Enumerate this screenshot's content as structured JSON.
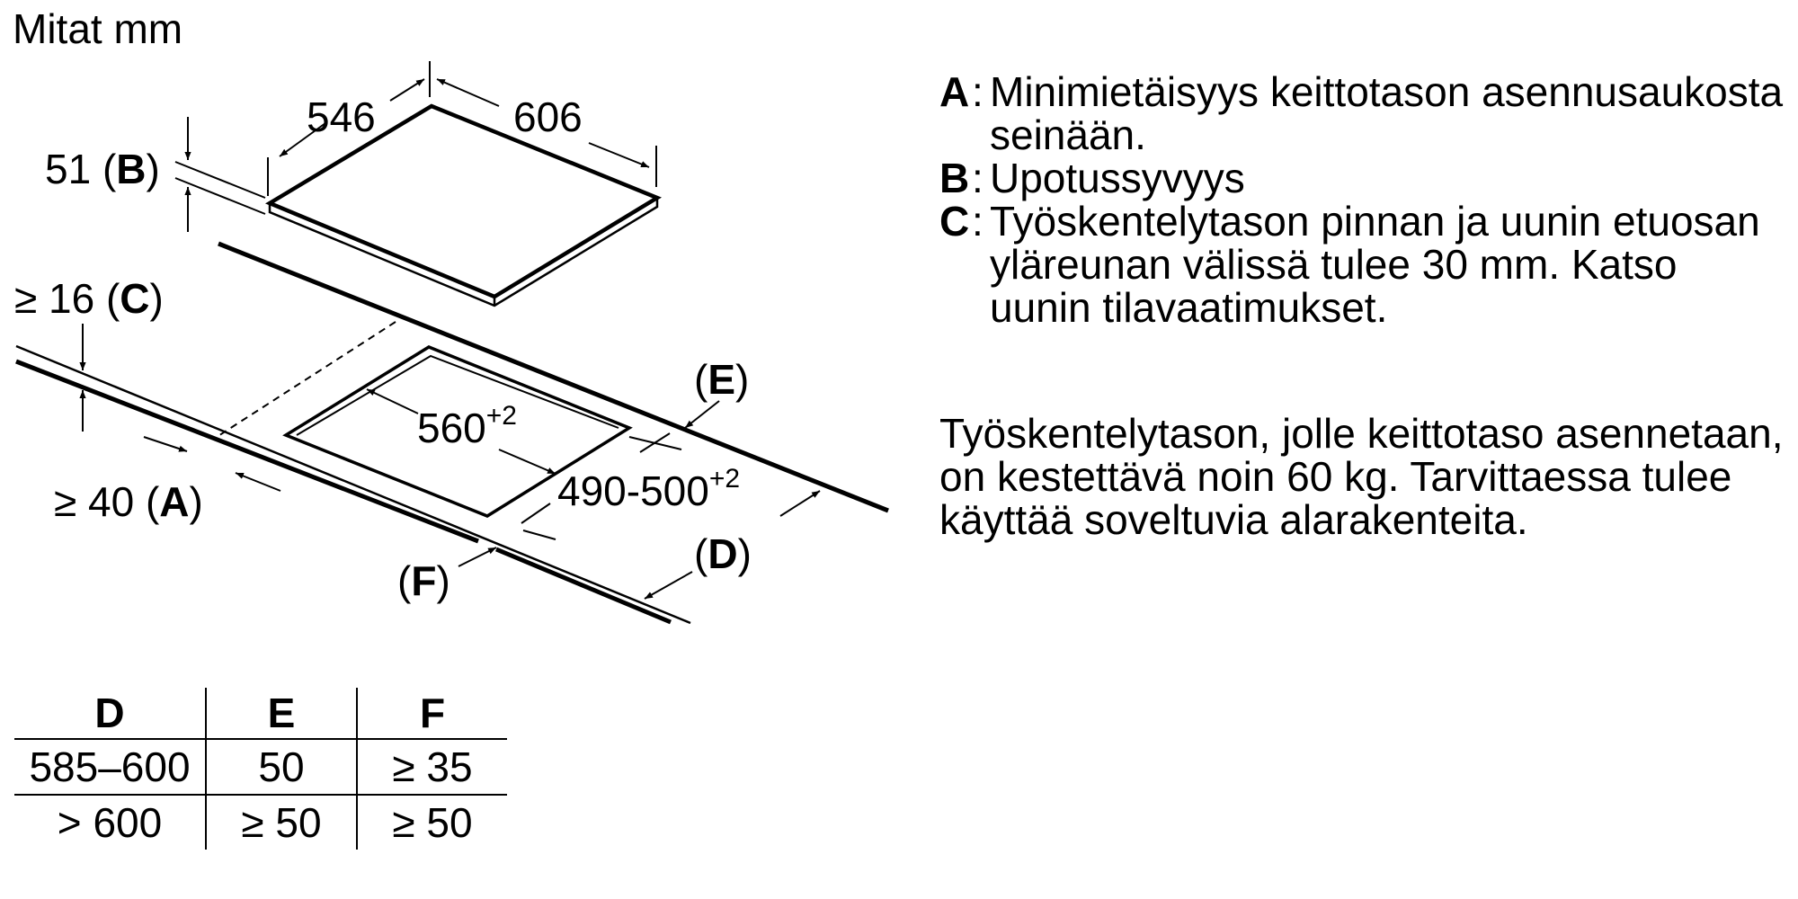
{
  "title": "Mitat mm",
  "diagram_labels": {
    "width_546": "546",
    "width_606": "606",
    "b_value": "51 (",
    "b_key": "B",
    "b_close": ")",
    "c_value": "≥ 16 (",
    "c_key": "C",
    "c_close": ")",
    "a_value": "≥ 40 (",
    "a_key": "A",
    "a_close": ")",
    "cutout_width": "560",
    "cutout_width_sup": "+2",
    "cutout_depth": "490-500",
    "cutout_depth_sup": "+2",
    "e_open": "(",
    "e_key": "E",
    "e_close": ")",
    "d_open": "(",
    "d_key": "D",
    "d_close": ")",
    "f_open": "(",
    "f_key": "F",
    "f_close": ")"
  },
  "notes": [
    {
      "key": "A",
      "colon": ":",
      "text": "Minimietäisyys keittotason asennusaukosta seinään."
    },
    {
      "key": "B",
      "colon": ":",
      "text": "Upotussyvyys"
    },
    {
      "key": "C",
      "colon": ":",
      "text": "Työskentelytason pinnan ja uunin etuosan yläreunan välissä tulee 30 mm. Katso uunin tilavaatimukset."
    }
  ],
  "weight_note": "Työskentelytason, jolle keittotaso asennetaan, on kestettävä noin 60 kg. Tarvittaessa tulee käyttää soveltuvia alarakenteita.",
  "table": {
    "headers": [
      "D",
      "E",
      "F"
    ],
    "rows": [
      [
        "585–600",
        "50",
        "≥ 35"
      ],
      [
        "> 600",
        "≥ 50",
        "≥ 50"
      ]
    ]
  }
}
